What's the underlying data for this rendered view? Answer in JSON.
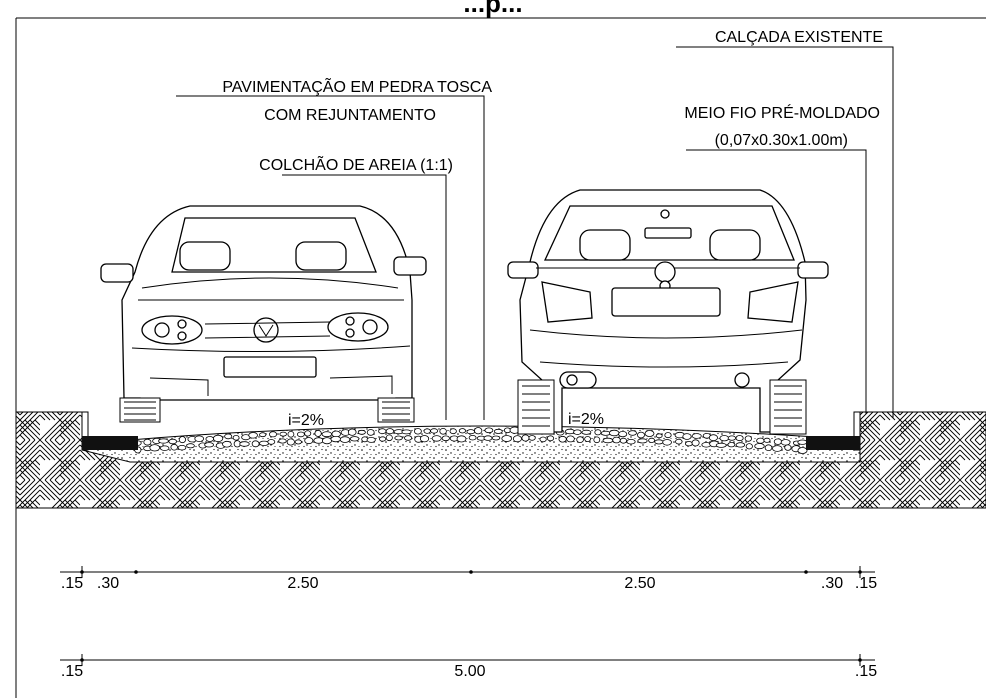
{
  "title": {
    "text": "...p..."
  },
  "labels": {
    "calcada": "CALÇADA EXISTENTE",
    "pavimentacao_1": "PAVIMENTAÇÃO EM PEDRA TOSCA",
    "pavimentacao_2": "COM REJUNTAMENTO",
    "colchao": "COLCHÃO DE AREIA (1:1)",
    "meio_fio_1": "MEIO FIO PRÉ-MOLDADO",
    "meio_fio_2": "(0,07x0.30x1.00m)",
    "slope_left": "i=2%",
    "slope_right": "i=2%"
  },
  "dimensions": {
    "row1": [
      ".15",
      ".30",
      "2.50",
      "2.50",
      ".30",
      ".15"
    ],
    "row2": [
      ".15",
      "5.00",
      ".15"
    ]
  },
  "colors": {
    "ink": "#000000",
    "background": "#ffffff"
  }
}
